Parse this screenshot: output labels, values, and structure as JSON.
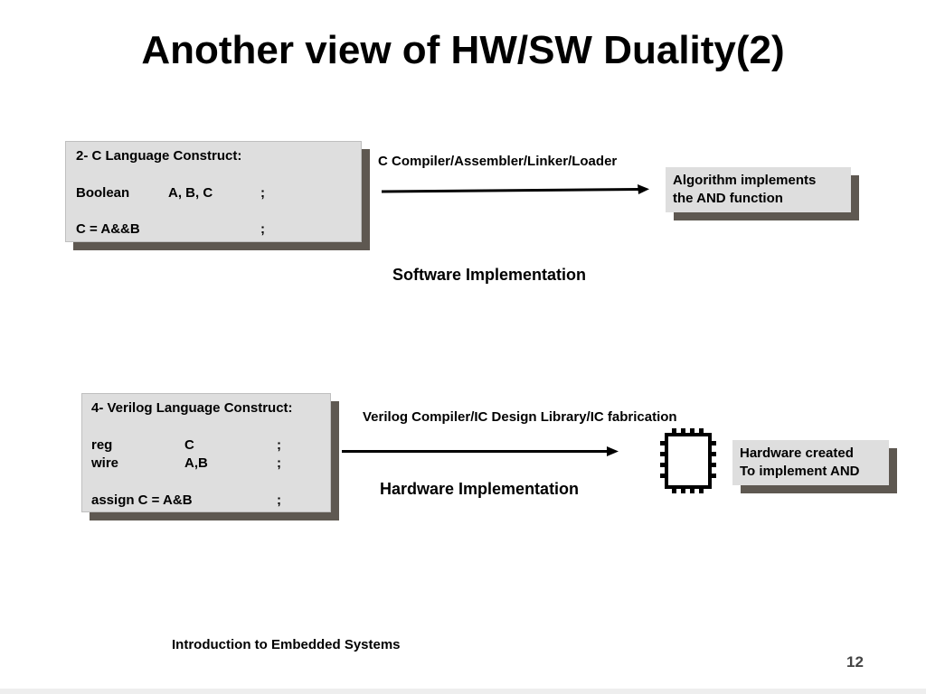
{
  "slide": {
    "title": "Another view of HW/SW Duality(2)",
    "footer": "Introduction to Embedded Systems",
    "page_number": "12"
  },
  "software": {
    "code_box": {
      "heading": "2- C Language Construct:",
      "line1": {
        "keyword": "Boolean",
        "args": "A, B, C",
        "end": ";"
      },
      "line2": {
        "stmt": "C = A&&B",
        "end": ";"
      }
    },
    "tool_label": "C Compiler/Assembler/Linker/Loader",
    "result": {
      "line1": "Algorithm implements",
      "line2": "the AND function"
    },
    "section_label": "Software Implementation"
  },
  "hardware": {
    "code_box": {
      "heading": "4- Verilog Language Construct:",
      "line1": {
        "keyword": "reg",
        "args": "C",
        "end": ";"
      },
      "line2": {
        "keyword": "wire",
        "args": "A,B",
        "end": ";"
      },
      "line3": {
        "stmt": "assign C = A&B",
        "end": ";"
      }
    },
    "tool_label": "Verilog Compiler/IC Design Library/IC fabrication",
    "chip_icon": "ic-chip-icon",
    "result": {
      "line1": "Hardware created",
      "line2": "To implement AND"
    },
    "section_label": "Hardware Implementation"
  },
  "colors": {
    "box_fill": "#dedede",
    "box_shadow": "#5e5851",
    "text": "#000000"
  }
}
